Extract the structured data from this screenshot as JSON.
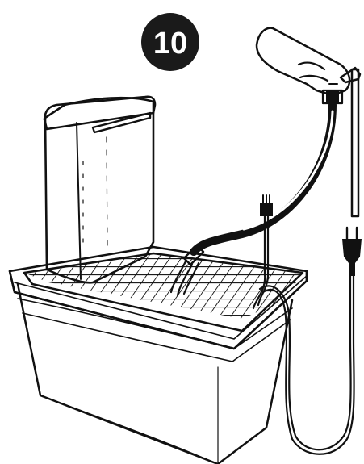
{
  "step": {
    "number": "10"
  },
  "colors": {
    "ink": "#111111",
    "paper": "#ffffff",
    "badge": "#1a1a1a"
  },
  "illustration": {
    "objects": [
      "step-badge",
      "water-tank",
      "grate-tray",
      "fill-hose",
      "tap-hand",
      "tap-pipe",
      "power-cord",
      "plug"
    ]
  }
}
